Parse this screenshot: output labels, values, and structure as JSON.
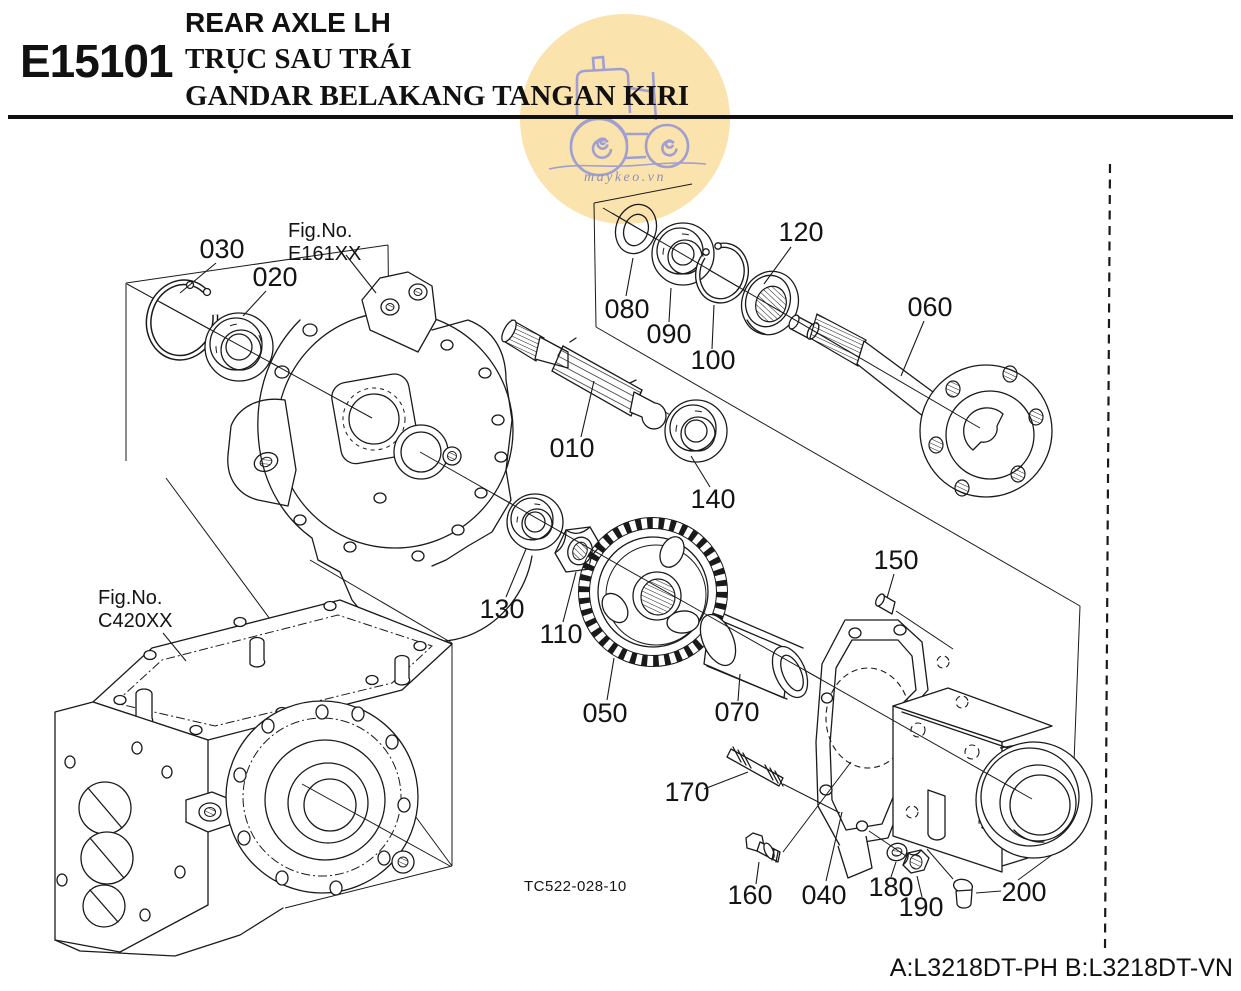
{
  "header": {
    "code": "E15101",
    "title_en": "REAR AXLE LH",
    "title_vi": "TRỤC SAU TRÁI",
    "title_id": "GANDAR BELAKANG TANGAN KIRI"
  },
  "watermark": {
    "site": "maykeo.vn",
    "circle_color": "#FAE3AD",
    "line_color": "#9C9CD2",
    "text_color": "#8F8FB2"
  },
  "figure": {
    "fig_refs": [
      {
        "label": "Fig.No.",
        "code": "E161XX"
      },
      {
        "label": "Fig.No.",
        "code": "C420XX"
      }
    ],
    "drawing_code": "TC522-028-10",
    "callouts": [
      {
        "ref": "030"
      },
      {
        "ref": "020"
      },
      {
        "ref": "080"
      },
      {
        "ref": "090"
      },
      {
        "ref": "100"
      },
      {
        "ref": "120"
      },
      {
        "ref": "060"
      },
      {
        "ref": "010"
      },
      {
        "ref": "140"
      },
      {
        "ref": "130"
      },
      {
        "ref": "110"
      },
      {
        "ref": "050"
      },
      {
        "ref": "070"
      },
      {
        "ref": "150"
      },
      {
        "ref": "170"
      },
      {
        "ref": "160"
      },
      {
        "ref": "040"
      },
      {
        "ref": "180"
      },
      {
        "ref": "190"
      },
      {
        "ref": "200"
      }
    ]
  },
  "footer": {
    "applicability": "A:L3218DT-PH B:L3218DT-VN"
  }
}
